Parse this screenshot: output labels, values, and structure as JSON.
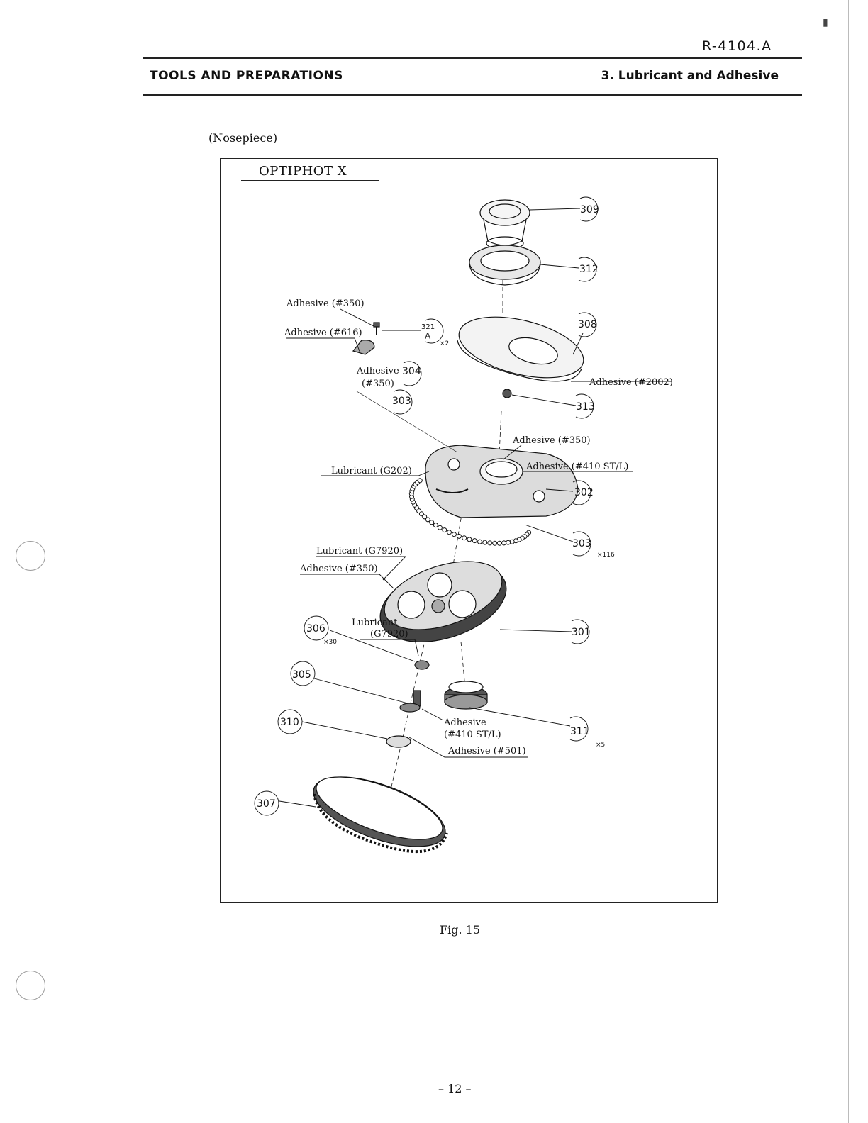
{
  "header": {
    "doc_code": "R-4104.A",
    "section": "TOOLS AND PREPARATIONS",
    "subsection": "3. Lubricant and Adhesive"
  },
  "subheading": "(Nosepiece)",
  "figure": {
    "model": "OPTIPHOT X",
    "caption": "Fig. 15",
    "part_numbers": {
      "p309": "309",
      "p312": "312",
      "p308": "308",
      "p313": "313",
      "p302": "302",
      "p303a": "303",
      "p303b": "303",
      "p304": "304",
      "p301": "301",
      "p306": "306",
      "p305": "305",
      "p310": "310",
      "p311": "311",
      "p307": "307",
      "p321": "321",
      "p321_sub": "A"
    },
    "quantities": {
      "q321": "×2",
      "q303": "×116",
      "q306": "×30",
      "q311": "×5"
    },
    "labels": {
      "adh350_top": "Adhesive (#350)",
      "adh616": "Adhesive (#616)",
      "adh304": "Adhesive",
      "adh304_code": "(#350)",
      "adh2002": "Adhesive (#2002)",
      "adh350_mid": "Adhesive (#350)",
      "adh410_top": "Adhesive (#410 ST/L)",
      "lub_g202": "Lubricant (G202)",
      "lub_g7920": "Lubricant (G7920)",
      "adh350_low": "Adhesive (#350)",
      "lub306": "Lubricant",
      "lub306_code": "(G7920)",
      "adh410_low": "Adhesive",
      "adh410_low_code": "(#410 ST/L)",
      "adh501": "Adhesive (#501)"
    }
  },
  "page_number": "– 12 –"
}
